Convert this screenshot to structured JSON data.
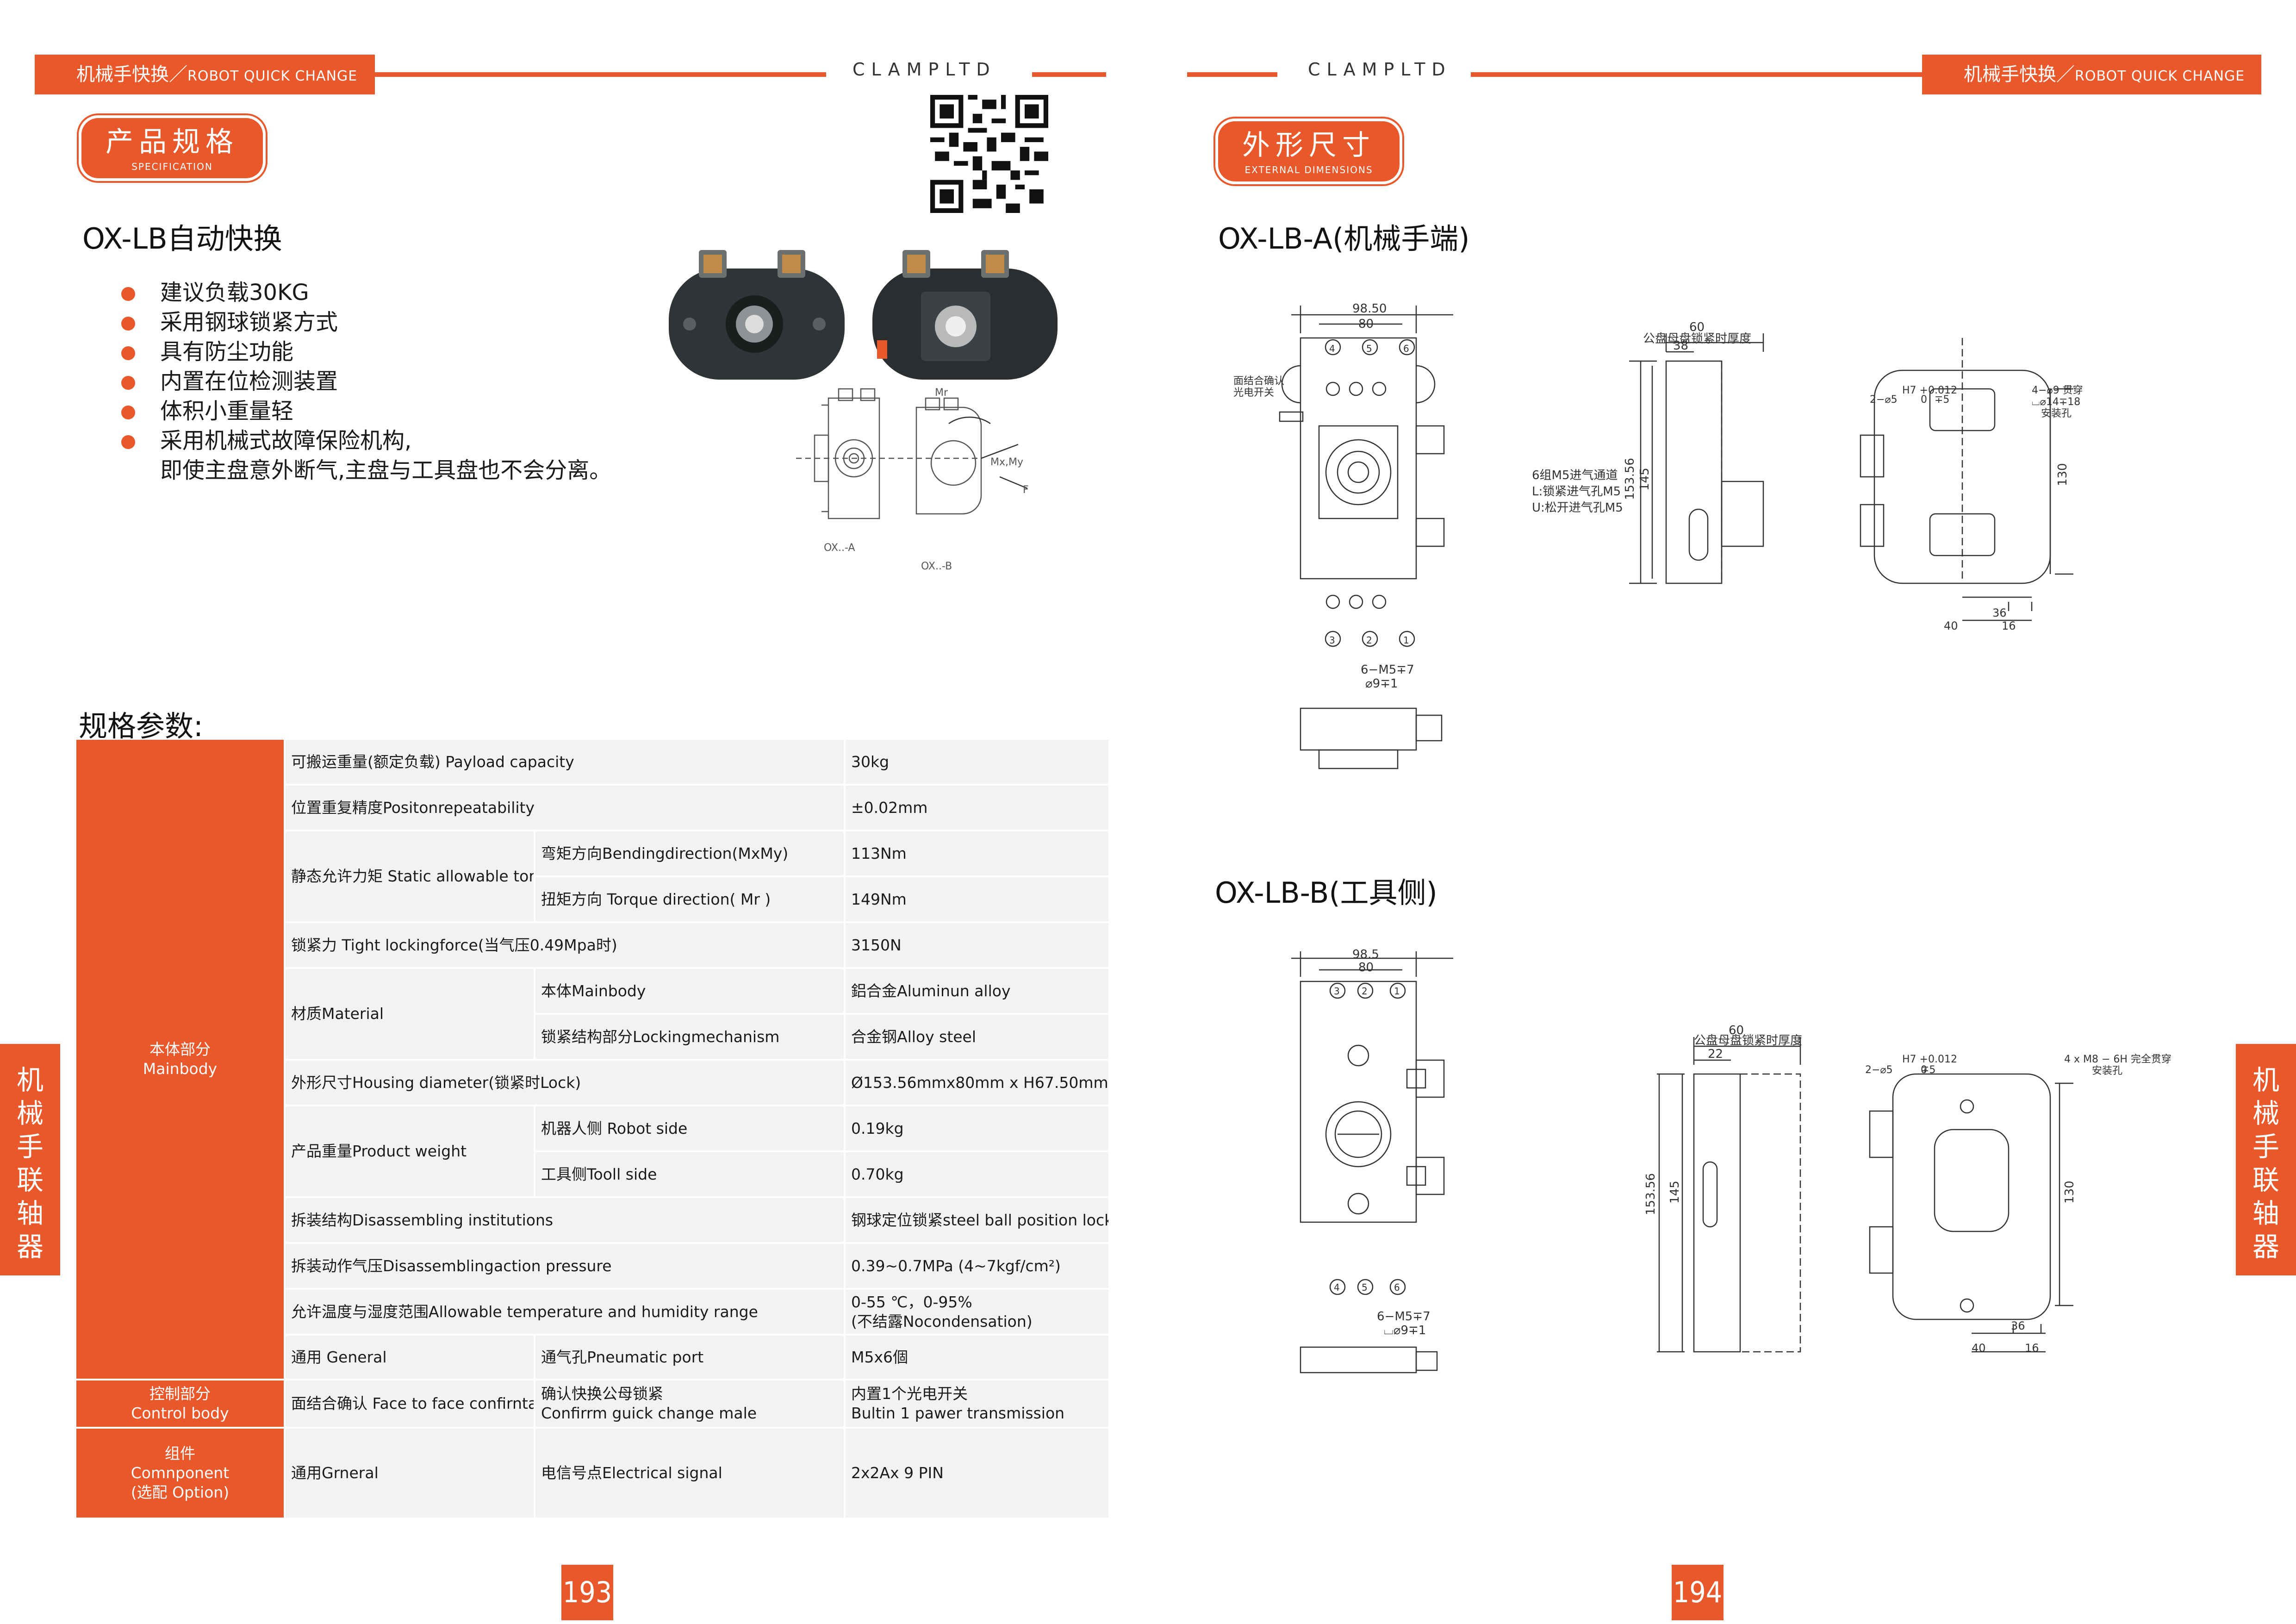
{
  "brand": "CLAMPLTD",
  "header": {
    "tab_cn": "机械手快换／",
    "tab_en": "ROBOT QUICK CHANGE"
  },
  "left": {
    "section": {
      "cn": "产品规格",
      "en": "SPECIFICATION"
    },
    "product_title": "OX-LB自动快换",
    "bullets": [
      "建议负载30KG",
      "采用钢球锁紧方式",
      "具有防尘功能",
      "内置在位检测装置",
      "体积小重量轻",
      "采用机械式故障保险机构,",
      "即使主盘意外断气,主盘与工具盘也不会分离。"
    ],
    "diagram_labels": {
      "a": "OX..-A",
      "b": "OX..-B",
      "mr": "Mr",
      "mxmy": "Mx,My",
      "f": "F"
    },
    "spec_title": "规格参数:",
    "groups": [
      {
        "cn": "本体部分",
        "en": "Mainbody"
      },
      {
        "cn": "控制部分",
        "en": "Control body"
      },
      {
        "cn": "组件",
        "en": "Comnponent",
        "extra": "(选配 Option)"
      }
    ],
    "rows": [
      {
        "c1": "可搬运重量(额定负载) Payload capacity",
        "c2": "",
        "c3": "30kg"
      },
      {
        "c1": "位置重复精度Positonrepeatability",
        "c2": "",
        "c3": "±0.02mm"
      },
      {
        "c1": "静态允许力矩 Static allowable torque",
        "c2": "弯矩方向Bendingdirection(MxMy)",
        "c3": "113Nm"
      },
      {
        "c1": "",
        "c2": "扭矩方向 Torque direction( Mr )",
        "c3": "149Nm"
      },
      {
        "c1": "锁紧力 Tight lockingforce(当气压0.49Mpa时)",
        "c2": "",
        "c3": "3150N"
      },
      {
        "c1": "材质Material",
        "c2": "本体Mainbody",
        "c3": "鋁合金Aluminun alloy"
      },
      {
        "c1": "",
        "c2": "锁紧结构部分Lockingmechanism",
        "c3": "合金钢Alloy steel"
      },
      {
        "c1": "外形尺寸Housing diameter(锁紧时Lock)",
        "c2": "",
        "c3": "Ø153.56mmx80mm x H67.50mm"
      },
      {
        "c1": "产品重量Product weight",
        "c2": "机器人侧 Robot side",
        "c3": "0.19kg"
      },
      {
        "c1": "",
        "c2": "工具侧Tooll side",
        "c3": "0.70kg"
      },
      {
        "c1": "拆装结构Disassembling institutions",
        "c2": "",
        "c3": "钢球定位锁紧steel ball position lock"
      },
      {
        "c1": "拆装动作气压Disassemblingaction pressure",
        "c2": "",
        "c3": "0.39~0.7MPa (4~7kgf/cm²)"
      },
      {
        "c1": "允许温度与湿度范围Allowable temperature and humidity range",
        "c2": "",
        "c3": "0-55 ℃，0-95%",
        "c3b": "(不结露Nocondensation)"
      },
      {
        "c1": "通用 General",
        "c2": "通气孔Pneumatic port",
        "c3": "M5x6個"
      },
      {
        "c1": "面结合确认 Face to face confirntation",
        "c2": "确认快换公母锁紧",
        "c2b": "Confirrm guick change male",
        "c3": "内置1个光电开关",
        "c3b": " Bultin 1 pawer transmission"
      },
      {
        "c1": "通用Grneral",
        "c2": "电信号点Electrical signal",
        "c3": "2x2Ax 9 PIN"
      }
    ],
    "side_tab": "机械手联轴器",
    "page_no": "193"
  },
  "right": {
    "section": {
      "cn": "外形尺寸",
      "en": "EXTERNAL DIMENSIONS"
    },
    "title_a": "OX-LB-A(机械手端)",
    "title_b": "OX-LB-B(工具侧)",
    "drawing_a": {
      "w1": "98.50",
      "w2": "80",
      "sensor": "面结合确认",
      "sensor2": "光电开关",
      "nums_top": [
        "4",
        "5",
        "6"
      ],
      "nums_bottom": [
        "3",
        "2",
        "1"
      ],
      "m5": "6−M5∓7",
      "d9": "⌀9∓1",
      "side_w": "60",
      "side_label": "公盘母盘锁紧时厚度",
      "side_38": "38",
      "h1": "153.56",
      "h2": "145",
      "ports": [
        "6组M5进气通道",
        "L:锁紧进气孔M5",
        "U:松开进气孔M5"
      ],
      "h7": "H7 +0.012",
      "h7b": "0",
      "d5": "2−⌀5",
      "d5b": "∓5",
      "holes": "4−⌀9 贯穿",
      "holes2": "⌴⌀14∓18",
      "holes3": "安装孔",
      "h130": "130",
      "d36": "36",
      "d40": "40",
      "d16": "16"
    },
    "drawing_b": {
      "w1": "98.5",
      "w2": "80",
      "nums_top": [
        "3",
        "2",
        "1"
      ],
      "nums_bottom": [
        "4",
        "5",
        "6"
      ],
      "m5": "6−M5∓7",
      "d9": "⌴⌀9∓1",
      "side_w": "60",
      "side_label": "公盘母盘锁紧时厚度",
      "side_22": "22",
      "h1": "153.56",
      "h2": "145",
      "h7": "H7 +0.012",
      "h7b": "0",
      "d5": "2−⌀5",
      "d5b": "∓5",
      "holes": "4 x M8 − 6H 完全贯穿",
      "holes2": "安装孔",
      "h130": "130",
      "d36": "36",
      "d40": "40",
      "d16": "16"
    },
    "side_tab": "机械手联轴器",
    "page_no": "194"
  },
  "colors": {
    "accent": "#e9582a",
    "row_gray": "#f2f2f2"
  }
}
